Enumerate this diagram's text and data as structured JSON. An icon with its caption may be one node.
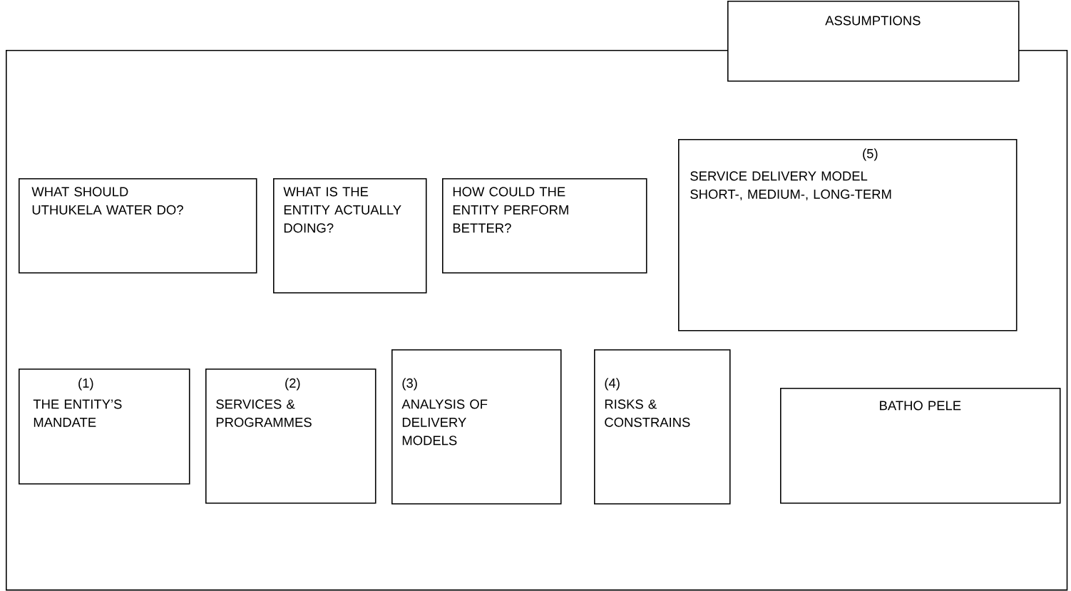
{
  "diagram": {
    "nodes": [
      {
        "text": [],
        "shape": "box"
      },
      {
        "text": [
          "ASSUMPTIONS"
        ]
      },
      {
        "text": [
          "WHAT SHOULD UTHUKELA WATER DO?"
        ],
        "in": 0
      },
      {
        "text": [
          "WHAT IS THE ENTITY ACTUALLY DOING?"
        ],
        "in": 0
      },
      {
        "text": [
          "HOW COULD THE ENTITY PERFORM BETTER?"
        ],
        "in": 0
      },
      {
        "text": [
          "(5)",
          "SERVICE DELIVERY MODEL SHORT-, MEDIUM-, LONG-TERM"
        ],
        "in": 0
      },
      {
        "text": [
          "(1)",
          "THE ENTITY’S MANDATE"
        ],
        "in": 0
      },
      {
        "text": [
          "(2)",
          "SERVICES & PROGRAMMES"
        ],
        "in": 0
      },
      {
        "text": [
          "(3)",
          "ANALYSIS OF DELIVERY MODELS"
        ],
        "in": 0
      },
      {
        "text": [
          "(4)",
          "RISKS & CONSTRAINS"
        ],
        "in": 0
      },
      {
        "text": [
          "BATHO PELE"
        ],
        "in": 0
      }
    ]
  }
}
